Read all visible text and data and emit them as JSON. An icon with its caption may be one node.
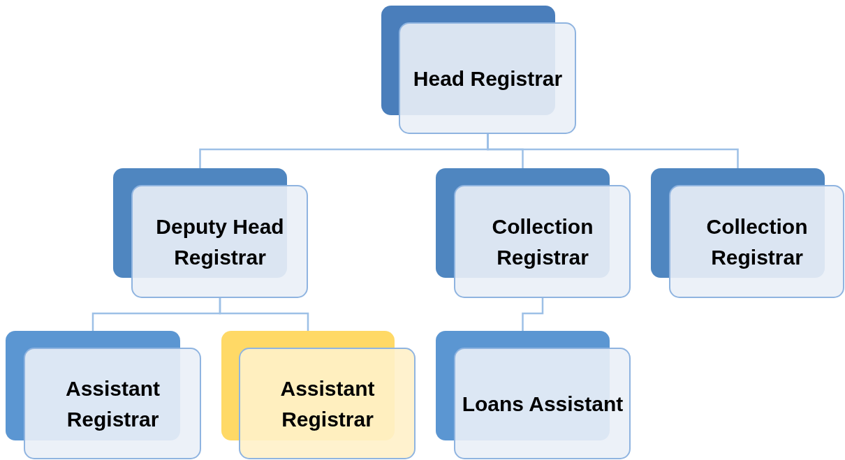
{
  "diagram": {
    "nodes": [
      {
        "text": [
          "Head Registrar"
        ]
      },
      {
        "text": [
          "Deputy Head Registrar"
        ]
      },
      {
        "text": [
          "Collection Registrar"
        ]
      },
      {
        "text": [
          "Collection Registrar"
        ]
      },
      {
        "text": [
          "Assistant Registrar"
        ]
      },
      {
        "text": [
          "Assistant Registrar"
        ]
      },
      {
        "text": [
          "Loans Assistant"
        ]
      }
    ],
    "edges": [
      {
        "from": 0,
        "to": 1,
        "arrow": "none"
      },
      {
        "from": 0,
        "to": 2,
        "arrow": "none"
      },
      {
        "from": 0,
        "to": 3,
        "arrow": "none"
      },
      {
        "from": 1,
        "to": 4,
        "arrow": "none"
      },
      {
        "from": 1,
        "to": 5,
        "arrow": "none"
      },
      {
        "from": 2,
        "to": 6,
        "arrow": "none"
      }
    ]
  }
}
